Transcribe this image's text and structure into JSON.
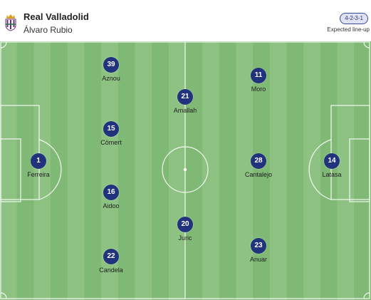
{
  "header": {
    "team_name": "Real Valladolid",
    "coach": "Álvaro Rubio",
    "formation": "4-2-3-1",
    "lineup_label": "Expected line-up",
    "crest_icon": "real-valladolid-crest"
  },
  "colors": {
    "pitch_light": "#8ec283",
    "pitch_dark": "#80b876",
    "player_badge": "#22337e",
    "formation_badge_bg": "#dfe3f1"
  },
  "players": [
    {
      "number": "1",
      "name": "Ferreira"
    },
    {
      "number": "39",
      "name": "Aznou"
    },
    {
      "number": "15",
      "name": "Cömert"
    },
    {
      "number": "16",
      "name": "Aidoo"
    },
    {
      "number": "22",
      "name": "Candela"
    },
    {
      "number": "21",
      "name": "Amallah"
    },
    {
      "number": "20",
      "name": "Juric"
    },
    {
      "number": "11",
      "name": "Moro"
    },
    {
      "number": "28",
      "name": "Cantalejo"
    },
    {
      "number": "23",
      "name": "Anuar"
    },
    {
      "number": "14",
      "name": "Latasa"
    }
  ]
}
